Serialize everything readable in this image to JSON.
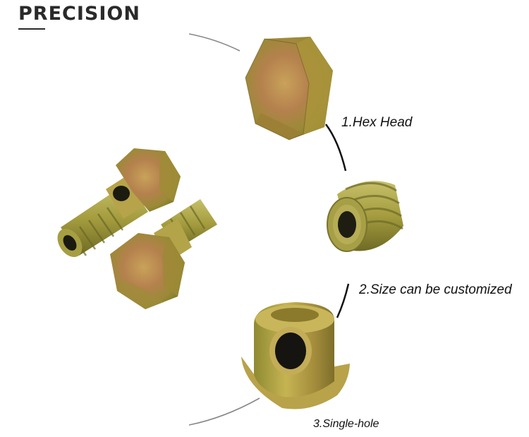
{
  "header": {
    "title": "PRECISION"
  },
  "features": [
    {
      "label": "1.Hex Head"
    },
    {
      "label": "2.Size can be customized"
    },
    {
      "label": "3.Single-hole"
    }
  ],
  "colors": {
    "brass": "#b5a23b",
    "copper": "#b86a4a",
    "olive": "#8e8c34",
    "text": "#111111"
  }
}
